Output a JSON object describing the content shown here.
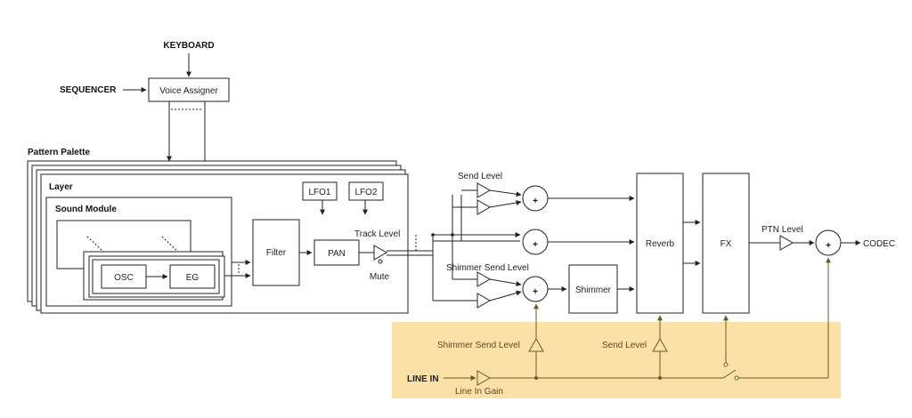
{
  "labels": {
    "keyboard": "KEYBOARD",
    "sequencer": "SEQUENCER",
    "voice_assigner": "Voice Assigner",
    "pattern_palette": "Pattern Palette",
    "layer": "Layer",
    "sound_module": "Sound Module",
    "lfo1": "LFO1",
    "lfo2": "LFO2",
    "osc": "OSC",
    "eg": "EG",
    "filter": "Filter",
    "pan": "PAN",
    "track_level": "Track Level",
    "mute": "Mute",
    "send_level_top": "Send Level",
    "shimmer_send_level_top": "Shimmer Send Level",
    "shimmer": "Shimmer",
    "reverb": "Reverb",
    "fx": "FX",
    "ptn_level": "PTN Level",
    "codec": "CODEC",
    "shimmer_send_level_bottom": "Shimmer Send Level",
    "send_level_bottom": "Send Level",
    "line_in": "LINE IN",
    "line_in_gain": "Line In Gain"
  },
  "colors": {
    "line_in_panel": "#fce1a6",
    "line": "#222222",
    "line_in_path": "#6b5a20"
  }
}
